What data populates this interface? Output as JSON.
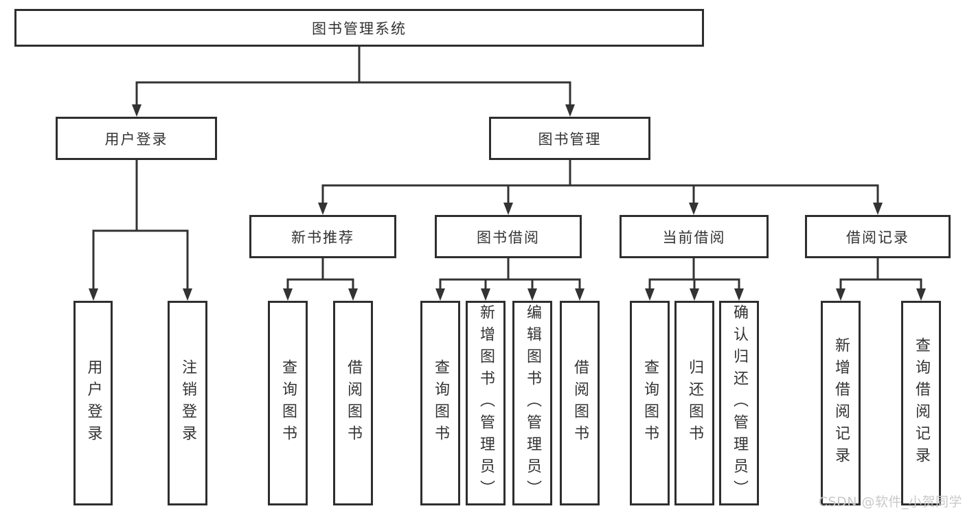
{
  "nodes": {
    "root": "图书管理系统",
    "user_login": "用户登录",
    "book_management": "图书管理",
    "new_book_recommend": "新书推荐",
    "book_borrowing": "图书借阅",
    "current_borrowing": "当前借阅",
    "borrowing_records": "借阅记录",
    "ul_user_login": "用户登录",
    "ul_logout": "注销登录",
    "nb_query_books": "查询图书",
    "nb_borrow_books": "借阅图书",
    "bb_query_books": "查询图书",
    "bb_add_books_admin": "新增图书（管理员）",
    "bb_edit_books_admin": "编辑图书（管理员）",
    "bb_borrow_books": "借阅图书",
    "cb_query_books": "查询图书",
    "cb_return_books": "归还图书",
    "cb_confirm_return_admin": "确认归还（管理员）",
    "br_add_record": "新增借阅记录",
    "br_query_record": "查询借阅记录"
  },
  "watermark": "CSDN @软件_小贺同学",
  "colors": {
    "line": "#333333",
    "box_border": "#2e2e2e",
    "text": "#333333",
    "background": "#ffffff",
    "watermark": "#c9c9c9"
  }
}
